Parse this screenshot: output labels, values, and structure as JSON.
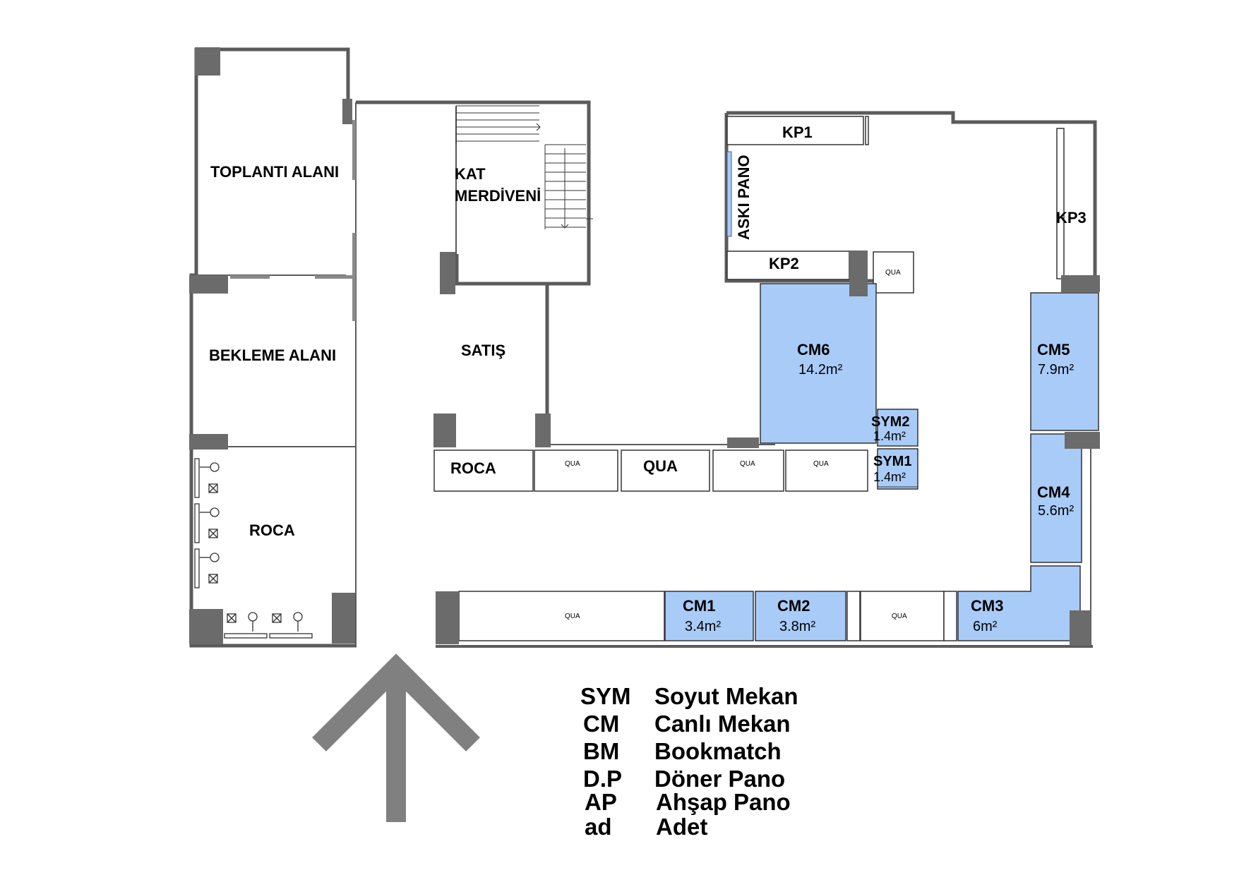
{
  "rooms": {
    "toplanti": "TOPLANTI ALANI",
    "bekleme": "BEKLEME ALANI",
    "roca_left": "ROCA",
    "stair_line1": "KAT",
    "stair_line2": "MERDİVENİ",
    "satis": "SATIŞ",
    "roca_counter": "ROCA"
  },
  "displays": {
    "qua_big": "QUA",
    "qua_small": "QUA",
    "kp1": "KP1",
    "kp2": "KP2",
    "kp3": "KP3",
    "aski_pano": "ASKI PANO"
  },
  "spaces": [
    {
      "code": "CM6",
      "area": "14.2m²"
    },
    {
      "code": "CM5",
      "area": "7.9m²"
    },
    {
      "code": "CM4",
      "area": "5.6m²"
    },
    {
      "code": "CM1",
      "area": "3.4m²"
    },
    {
      "code": "CM2",
      "area": "3.8m²"
    },
    {
      "code": "CM3",
      "area": "6m²"
    },
    {
      "code": "SYM2",
      "area": "1.4m²"
    },
    {
      "code": "SYM1",
      "area": "1.4m²"
    }
  ],
  "legend": [
    {
      "code": "SYM",
      "meaning": "Soyut Mekan"
    },
    {
      "code": "CM",
      "meaning": "Canlı Mekan"
    },
    {
      "code": "BM",
      "meaning": "Bookmatch"
    },
    {
      "code": "D.P",
      "meaning": "Döner Pano"
    },
    {
      "code": "AP",
      "meaning": "Ahşap Pano"
    },
    {
      "code": "ad",
      "meaning": "Adet"
    }
  ],
  "colors": {
    "space_fill": "#a9cbf7",
    "wall": "#5b5b5b",
    "column": "#6b6b6b",
    "arrow": "#808080"
  }
}
